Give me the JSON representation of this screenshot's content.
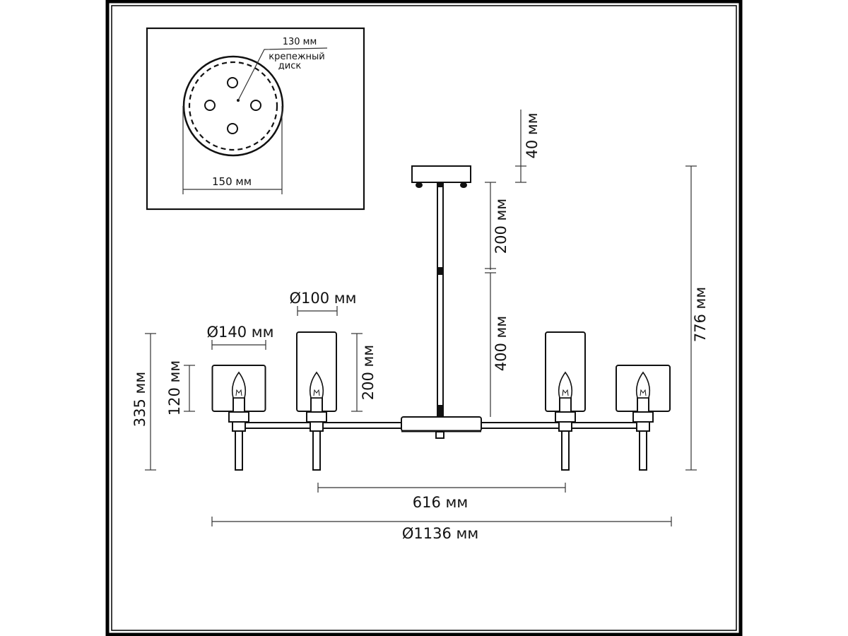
{
  "inset": {
    "disk_label": "130 мм",
    "disk_caption_line1": "крепежный",
    "disk_caption_line2": "диск",
    "canopy_diameter": "150 мм"
  },
  "dimensions": {
    "canopy_height": "40 мм",
    "rod_upper": "200 мм",
    "rod_lower": "400 мм",
    "total_height": "776 мм",
    "lamp_height": "335 мм",
    "small_shade_height": "120 мм",
    "tall_shade_height": "200 мм",
    "tall_shade_diameter": "Ø100 мм",
    "small_shade_diameter": "Ø140 мм",
    "inner_span": "616 мм",
    "total_diameter": "Ø1136 мм"
  }
}
